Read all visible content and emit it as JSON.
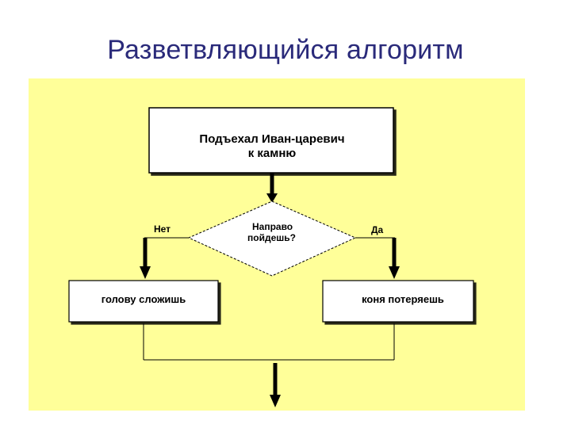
{
  "slide": {
    "title": "Разветвляющийся алгоритм"
  },
  "diagram": {
    "start_box": {
      "line1": "Подъехал Иван-царевич",
      "line2": "к камню"
    },
    "condition": {
      "line1": "Направо",
      "line2": "пойдешь?"
    },
    "branch_no": {
      "label": "Нет",
      "action": "голову сложишь"
    },
    "branch_yes": {
      "label": "Да",
      "action": "коня потеряешь"
    }
  },
  "colors": {
    "panel_background": "#ffff99",
    "title_text": "#2a2a7a",
    "shape_fill": "#ffffff",
    "line": "#000000"
  }
}
